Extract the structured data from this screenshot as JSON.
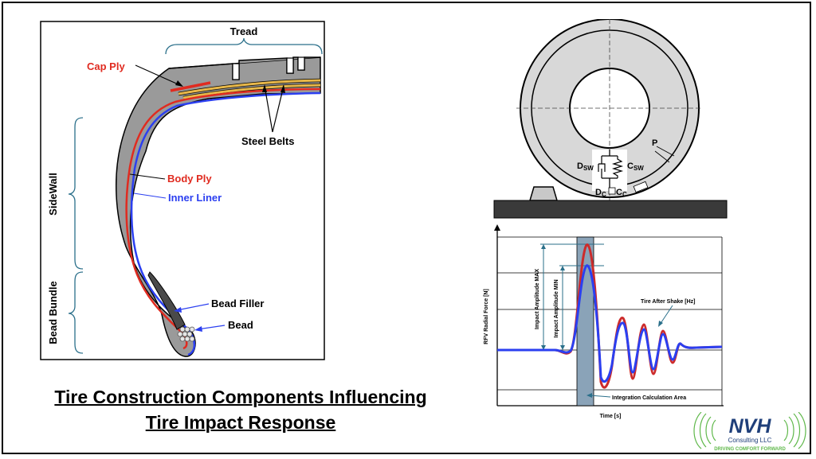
{
  "diagram": {
    "tire_section": {
      "labels": {
        "tread": "Tread",
        "cap_ply": "Cap Ply",
        "steel_belts": "Steel Belts",
        "body_ply": "Body Ply",
        "inner_liner": "Inner Liner",
        "bead_filler": "Bead Filler",
        "bead": "Bead",
        "sidewall": "SideWall",
        "bead_bundle": "Bead Bundle"
      }
    },
    "title": {
      "line1": "Tire Construction Components Influencing",
      "line2": "Tire Impact Response"
    },
    "wheel_model": {
      "labels": {
        "p": "P",
        "d_sw": "D",
        "d_sw_sub": "SW",
        "c_sw": "C",
        "c_sw_sub": "SW",
        "d_c": "D",
        "d_c_sub": "C",
        "c_c": "C",
        "c_c_sub": "C"
      }
    },
    "impact_plot": {
      "y_axis_label": "RFV Radial Force [N]",
      "x_axis_label": "Time [s]",
      "amp_max": "Impact Amplitude MAX",
      "amp_min": "Impact Amplitude MIN",
      "after_shake": "Tire After Shake [Hz]",
      "integration": "Integration Calculation Area"
    },
    "logo": {
      "name": "NVH",
      "sub": "Consulting LLC",
      "tagline": "DRIVING COMFORT FORWARD"
    },
    "colors": {
      "cap_ply": "#e02b20",
      "body_ply": "#e02b20",
      "inner_liner": "#2b3ff0",
      "steel_belt": "#e8b84a",
      "rubber": "#9a9a9a",
      "curve_red": "#cc2b2b",
      "curve_blue": "#2b3ff0",
      "band": "#8aa3b8",
      "logo_blue": "#1f3f7a",
      "logo_green": "#5fb84a"
    }
  }
}
